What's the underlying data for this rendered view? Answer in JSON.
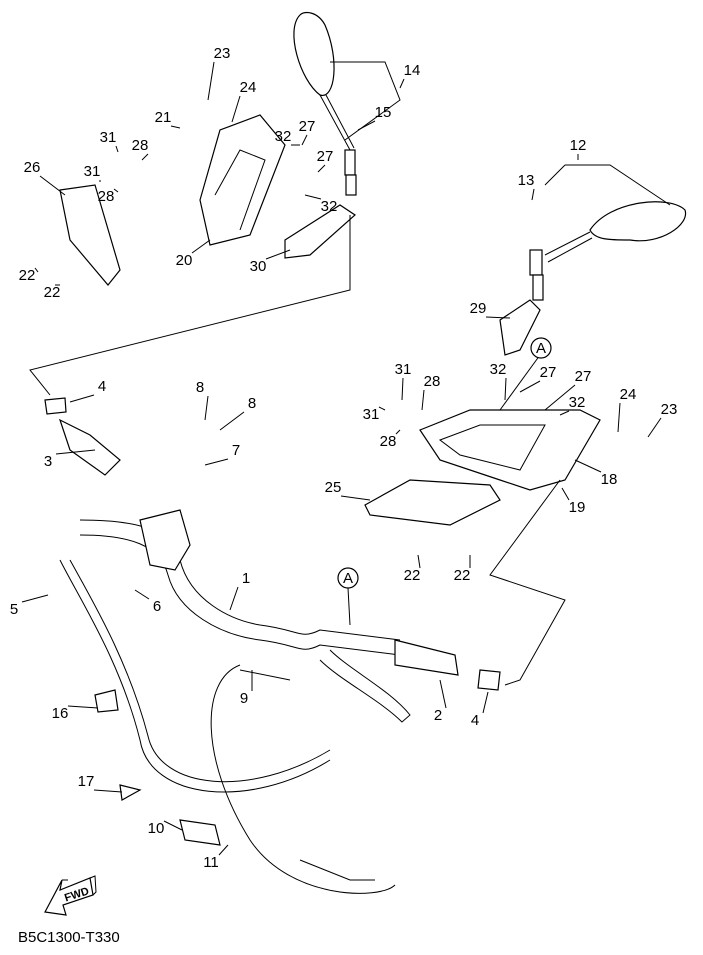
{
  "diagram_code": "B5C1300-T330",
  "direction_badge": "FWD",
  "reference_marker": "A",
  "callouts": [
    "23",
    "24",
    "21",
    "31",
    "28",
    "32",
    "27",
    "27",
    "15",
    "14",
    "26",
    "31",
    "28",
    "32",
    "20",
    "30",
    "22",
    "22",
    "12",
    "13",
    "29",
    "31",
    "28",
    "32",
    "27",
    "27",
    "24",
    "23",
    "31",
    "28",
    "32",
    "18",
    "19",
    "25",
    "22",
    "22",
    "4",
    "8",
    "8",
    "3",
    "7",
    "1",
    "5",
    "6",
    "2",
    "4",
    "9",
    "16",
    "17",
    "10",
    "11"
  ]
}
